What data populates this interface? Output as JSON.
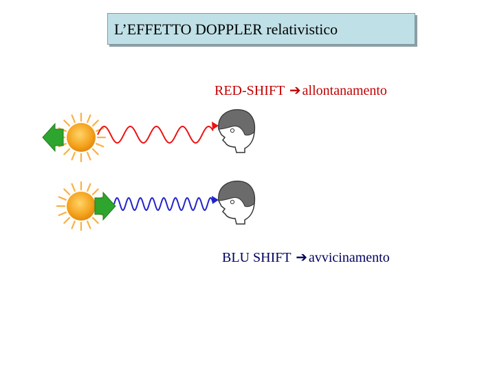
{
  "slide": {
    "title": "L’EFFETTO DOPPLER relativistico",
    "red_shift": {
      "term": "RED-SHIFT",
      "arrow_icon": "right-arrow-icon",
      "meaning": "allontanamento",
      "wave_color": "#ee1111"
    },
    "blue_shift": {
      "term": "BLU SHIFT",
      "arrow_icon": "right-arrow-icon",
      "meaning": "avvicinamento",
      "wave_color": "#2222cc"
    },
    "colors": {
      "title_box": "#bfe0e6",
      "sun_core": "#f4a21c",
      "sun_rays": "#f6b04a",
      "motion_arrow": "#2ea52e",
      "head_hair": "#6b6b6b"
    }
  }
}
